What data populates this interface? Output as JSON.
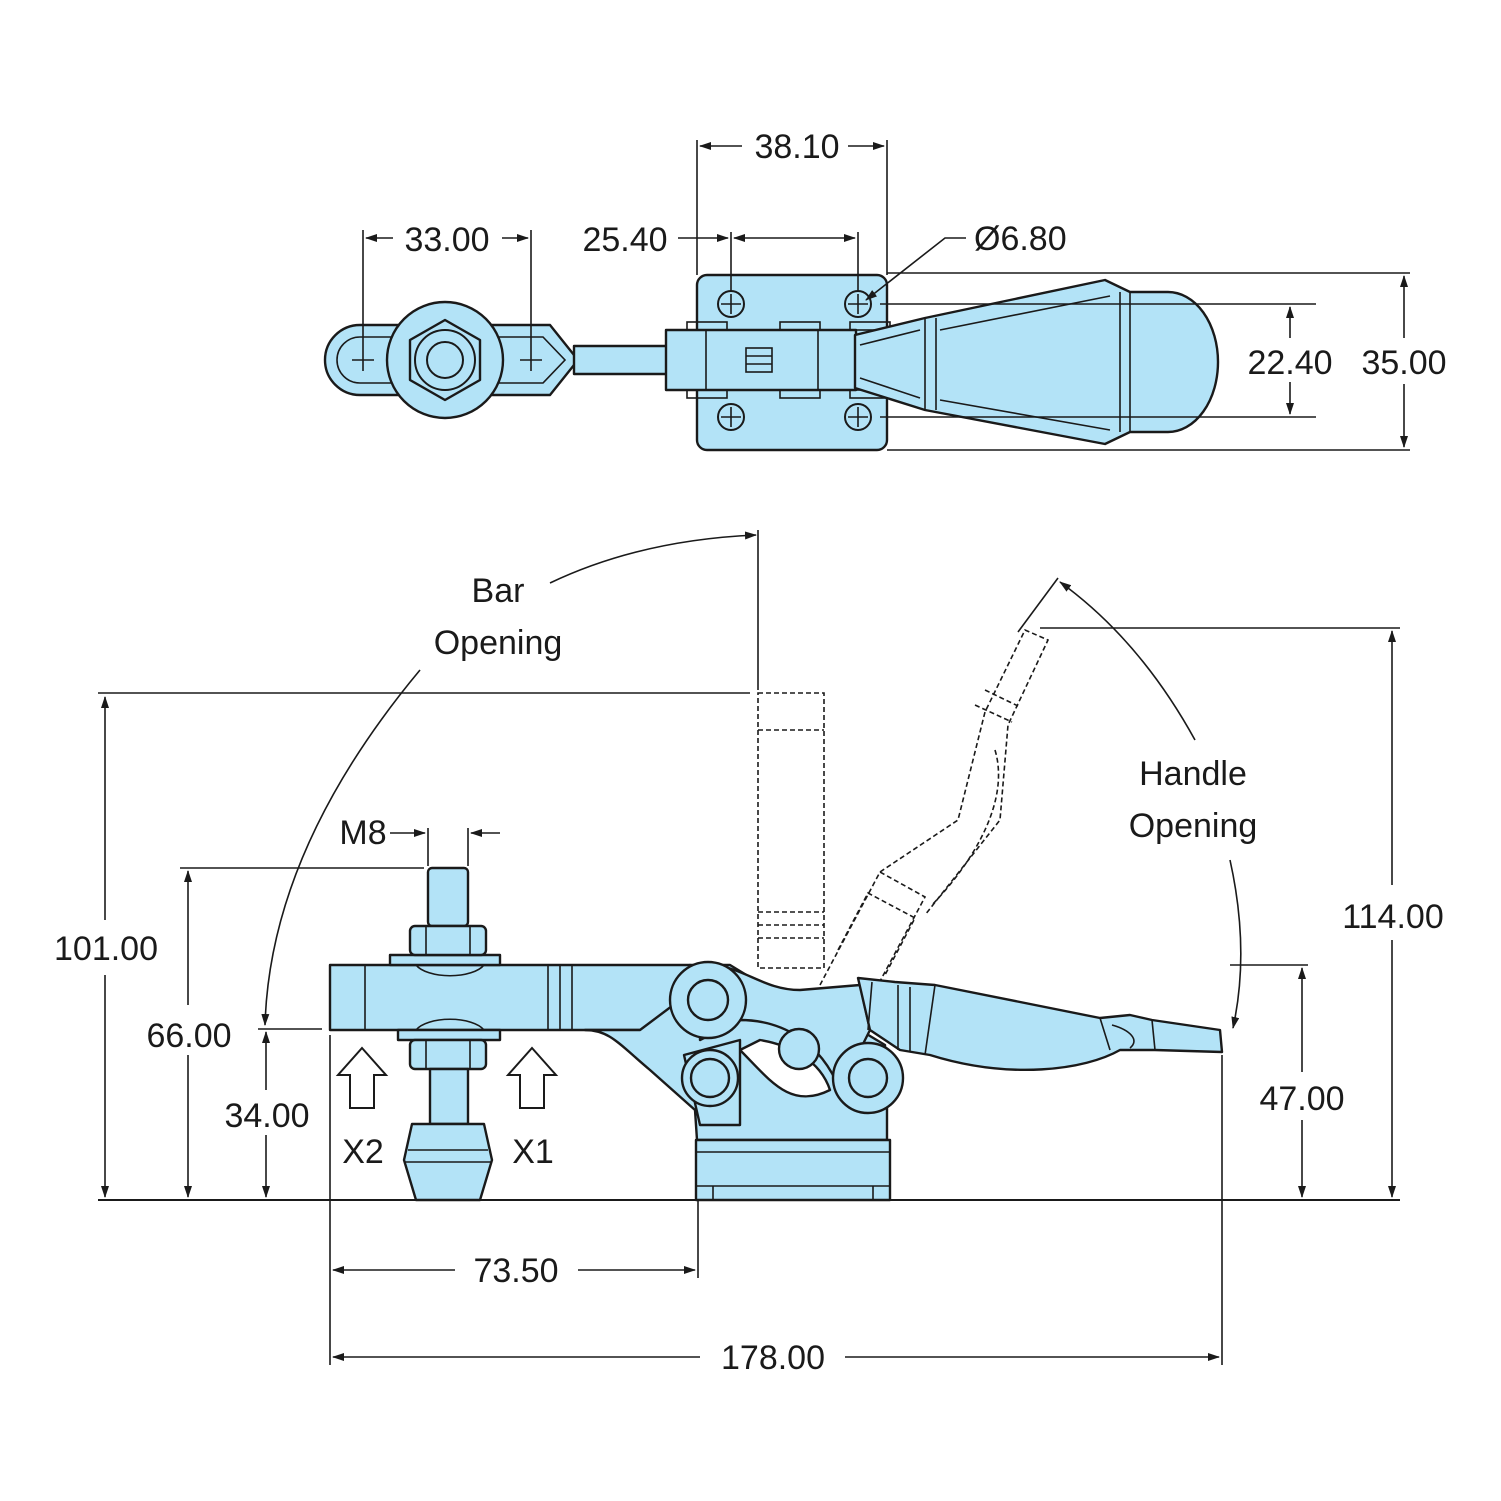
{
  "colors": {
    "part_fill": "#b3e3f7",
    "line": "#1a1a1a",
    "background": "#ffffff"
  },
  "dimensions": {
    "top_overall_hole_span": "38.10",
    "top_bolt_spacing_x": "25.40",
    "top_bar_slot": "33.00",
    "top_hole_diameter": "Ø6.80",
    "top_bolt_spacing_y": "22.40",
    "top_width": "35.00",
    "side_thread": "M8",
    "side_max_height": "101.00",
    "side_bolt_height": "66.00",
    "side_bar_height": "34.00",
    "side_handle_closed_height": "47.00",
    "side_handle_open_height": "114.00",
    "side_spindle_offset": "73.50",
    "side_overall_length": "178.00"
  },
  "labels": {
    "bar_opening_line1": "Bar",
    "bar_opening_line2": "Opening",
    "handle_opening_line1": "Handle",
    "handle_opening_line2": "Opening",
    "force_x1": "X1",
    "force_x2": "X2"
  }
}
